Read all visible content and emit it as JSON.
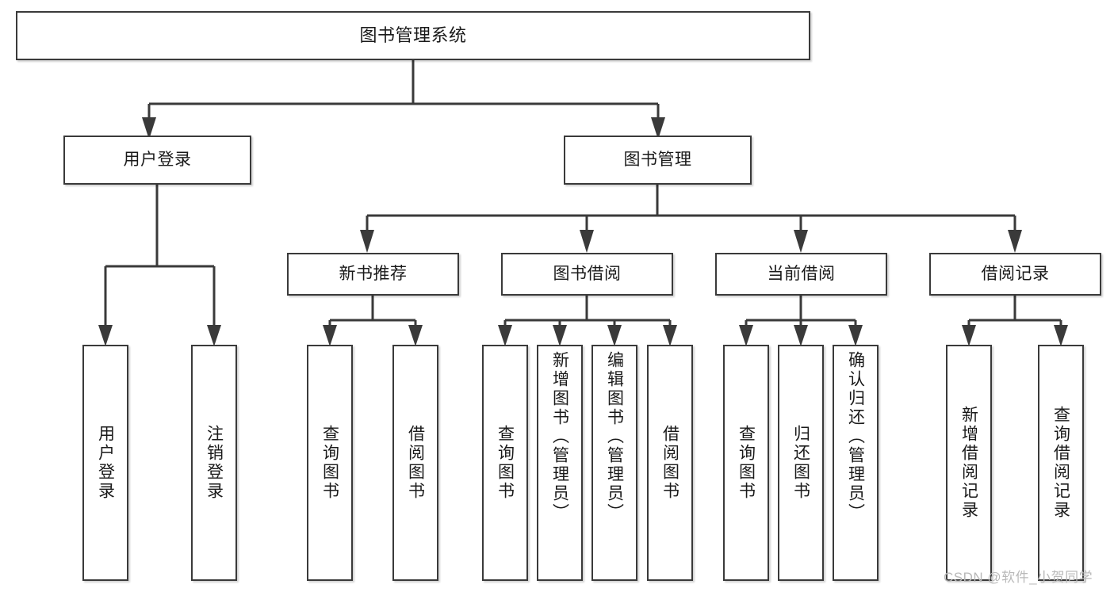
{
  "diagram": {
    "type": "tree-hierarchy-chart",
    "title": "图书管理系统",
    "root": {
      "label": "图书管理系统"
    },
    "level2": [
      {
        "id": "user-login",
        "label": "用户登录"
      },
      {
        "id": "book-manage",
        "label": "图书管理"
      }
    ],
    "level3": [
      {
        "id": "new-book-recommend",
        "label": "新书推荐",
        "parent": "book-manage"
      },
      {
        "id": "book-borrow",
        "label": "图书借阅",
        "parent": "book-manage"
      },
      {
        "id": "current-borrow",
        "label": "当前借阅",
        "parent": "book-manage"
      },
      {
        "id": "borrow-record",
        "label": "借阅记录",
        "parent": "book-manage"
      }
    ],
    "leaves": [
      {
        "id": "leaf-user-login",
        "label": "用户登录",
        "parent": "user-login"
      },
      {
        "id": "leaf-user-logout",
        "label": "注销登录",
        "parent": "user-login"
      },
      {
        "id": "leaf-query-book-1",
        "label": "查询图书",
        "parent": "new-book-recommend"
      },
      {
        "id": "leaf-borrow-book-1",
        "label": "借阅图书",
        "parent": "new-book-recommend"
      },
      {
        "id": "leaf-query-book-2",
        "label": "查询图书",
        "parent": "book-borrow"
      },
      {
        "id": "leaf-add-book",
        "label": "新增图书（管理员）",
        "parent": "book-borrow"
      },
      {
        "id": "leaf-edit-book",
        "label": "编辑图书（管理员）",
        "parent": "book-borrow"
      },
      {
        "id": "leaf-borrow-book-2",
        "label": "借阅图书",
        "parent": "book-borrow"
      },
      {
        "id": "leaf-query-book-3",
        "label": "查询图书",
        "parent": "current-borrow"
      },
      {
        "id": "leaf-return-book",
        "label": "归还图书",
        "parent": "current-borrow"
      },
      {
        "id": "leaf-confirm-return",
        "label": "确认归还（管理员）",
        "parent": "current-borrow"
      },
      {
        "id": "leaf-add-record",
        "label": "新增借阅记录",
        "parent": "borrow-record"
      },
      {
        "id": "leaf-query-record",
        "label": "查询借阅记录",
        "parent": "borrow-record"
      }
    ],
    "colors": {
      "stroke": "#3a3a3a",
      "fill": "#ffffff",
      "text": "#1a1a1a",
      "watermark": "#b9b9b9"
    }
  },
  "watermark": {
    "text": "CSDN @软件_小贺同学"
  }
}
